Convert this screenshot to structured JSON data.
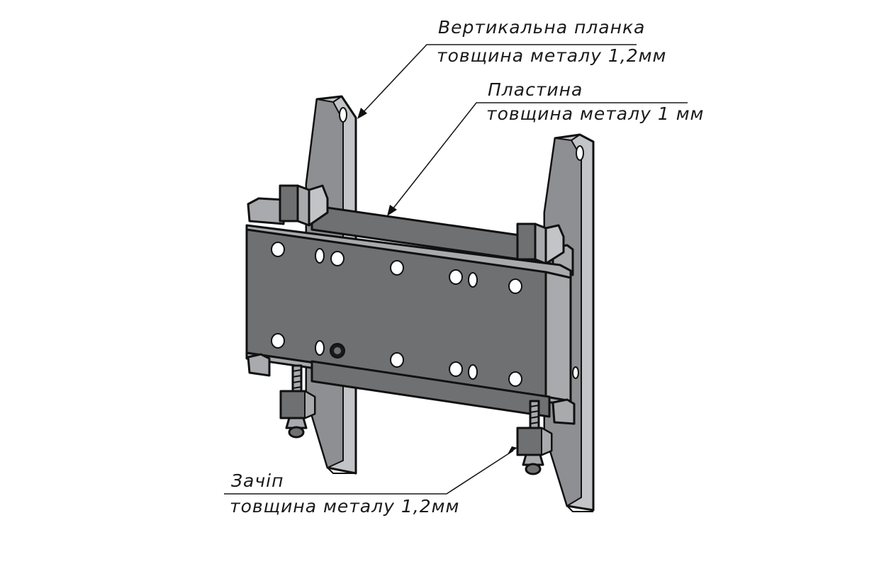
{
  "callouts": {
    "vertical_bar": {
      "title": "Вертикальна планка",
      "detail": "товщина металу 1,2мм"
    },
    "plate": {
      "title": "Пластина",
      "detail": "товщина металу 1 мм"
    },
    "latch": {
      "title": "Зачіп",
      "detail": "товщина металу 1,2мм"
    }
  },
  "colors": {
    "plate": "#6f7072",
    "plate_edge": "#a9aaad",
    "rail": "#c3c4c7",
    "rail_dark": "#8e8f92",
    "outline": "#111111"
  },
  "icons": [
    "wall-mount-bracket-illustration"
  ]
}
